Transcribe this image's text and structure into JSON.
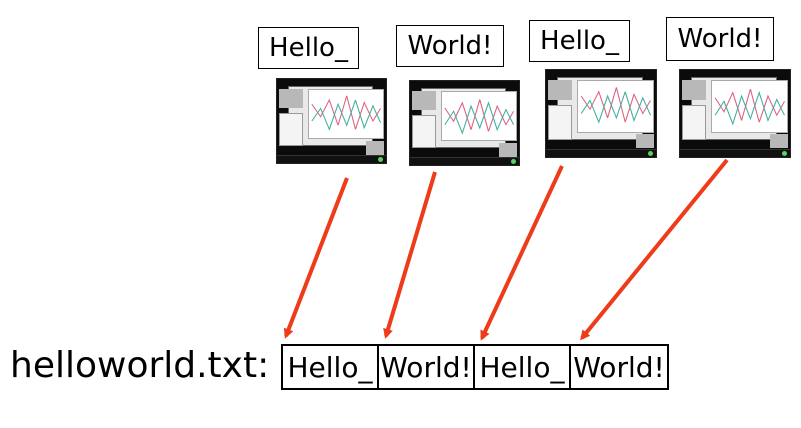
{
  "packets": [
    {
      "label": "Hello_"
    },
    {
      "label": "World!"
    },
    {
      "label": "Hello_"
    },
    {
      "label": "World!"
    }
  ],
  "file": {
    "name": "helloworld.txt:",
    "chunks": [
      "Hello_",
      "World!",
      "Hello_",
      "World!"
    ]
  },
  "colors": {
    "arrow": "#ee3b1a",
    "border": "#000000",
    "thumb_bg": "#0b0b0b"
  }
}
